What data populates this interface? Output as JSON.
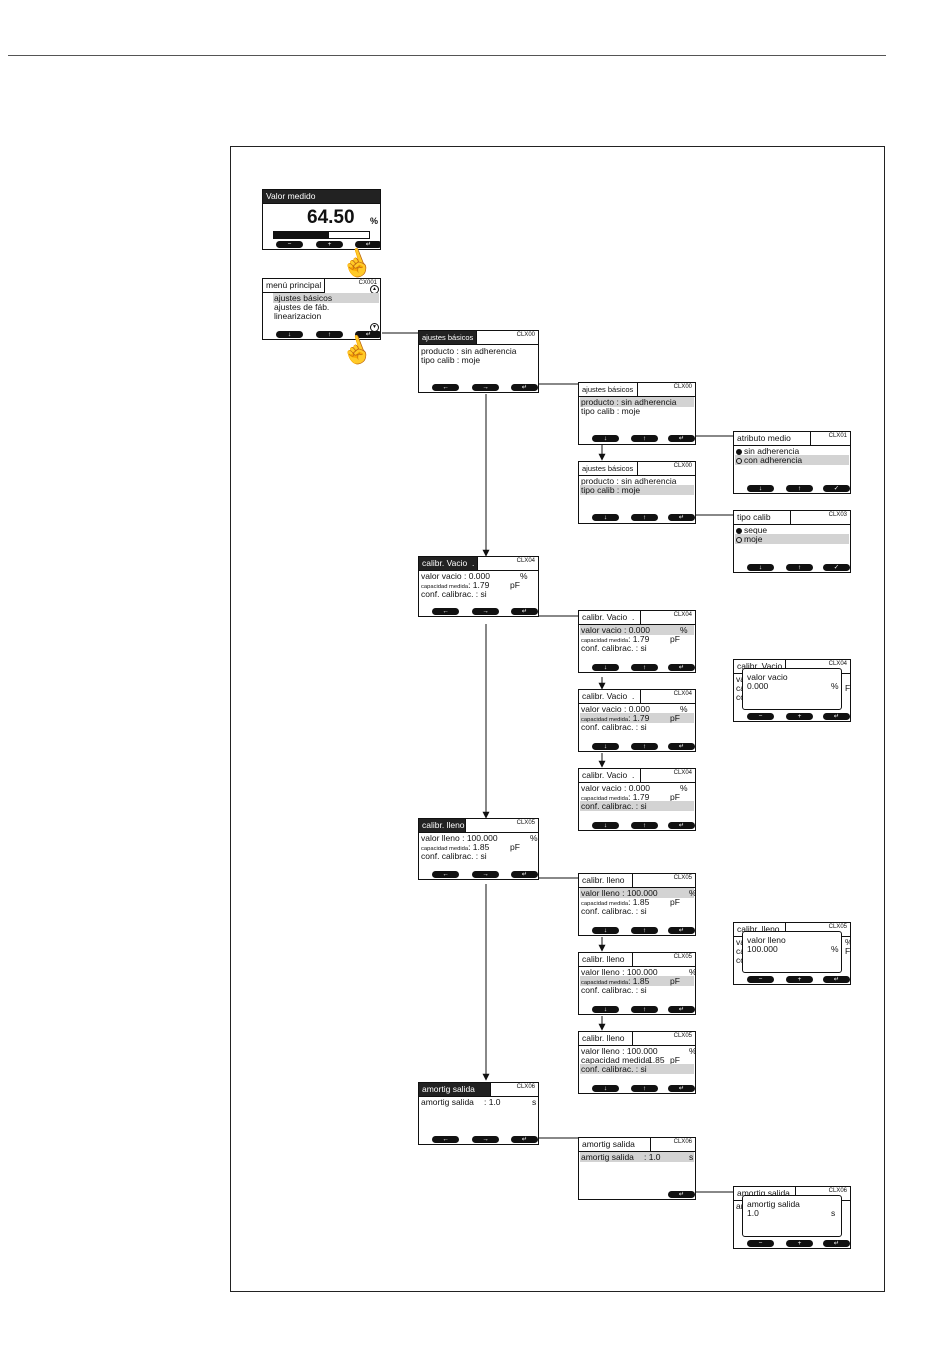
{
  "measured": {
    "title": "Valor medido",
    "value": "64.50",
    "unit": "%",
    "fill_pct": 58
  },
  "main_menu": {
    "title": "menú principal",
    "code": "CX001",
    "items": [
      "ajustes básicos",
      "ajustes de fáb.",
      "linearizacion"
    ]
  },
  "ajustes": {
    "title": "ajustes básicos",
    "code": "CLX00",
    "producto": "producto : sin adherencia",
    "tipo_calib": "tipo calib : moje"
  },
  "atributo": {
    "title": "atributo medio",
    "code": "CLX01",
    "options": [
      "sin adherencia",
      "con adherencia"
    ]
  },
  "tipo_calib": {
    "title": "tipo calib",
    "code": "CLX03",
    "options": [
      "seque",
      "moje"
    ]
  },
  "vacio": {
    "title": "calibr. Vacio",
    "dot": ".",
    "code": "CLX04",
    "valor": "valor vacio : 0.000",
    "unit": "%",
    "capacidad_label": "capacidad medida",
    "capacidad_value": ": 1.79",
    "capacidad_unit": "pF",
    "conf": "conf. calibrac. : si"
  },
  "vacio_edit": {
    "label": "valor vacio",
    "value": "0.000",
    "unit": "%",
    "bg_title": "calibr. Vacio",
    "bg_code": "CLX04",
    "bg_rows": [
      "va",
      "ca",
      "co"
    ],
    "bg_unit": "F"
  },
  "lleno": {
    "title": "calibr. lleno",
    "code": "CLX05",
    "valor": "valor lleno : 100.000",
    "unit": "%",
    "capacidad_label": "capacidad medida",
    "capacidad_value": ": 1.85",
    "capacidad_unit": "pF",
    "capacidad_full": "capacidad medida",
    "capacidad_full_value": "1.85",
    "conf": "conf. calibrac. : si"
  },
  "lleno_edit": {
    "label": "valor lleno",
    "value": "100.000",
    "unit": "%",
    "bg_title": "calibr. lleno",
    "bg_code": "CLX05",
    "bg_rows": [
      "va",
      "ca",
      "co"
    ],
    "bg_unit1": "%",
    "bg_unit2": "F"
  },
  "amortig": {
    "title": "amortig salida",
    "code": "CLX06",
    "row": "amortig salida",
    "value": ": 1.0",
    "unit": "s"
  },
  "amortig_edit": {
    "label": "amortig salida",
    "value": "1.0",
    "unit": "s",
    "bg_title": "amortig salida",
    "bg_code": "CLX06",
    "bg_rows": [
      "am"
    ]
  },
  "glyphs": {
    "minus": "−",
    "plus": "+",
    "enter": "↵",
    "left": "←",
    "right": "→",
    "down": "↓",
    "up": "↑",
    "check": "✓",
    "scroll_up": "▲",
    "scroll_down": "▼",
    "hand": "☝"
  }
}
